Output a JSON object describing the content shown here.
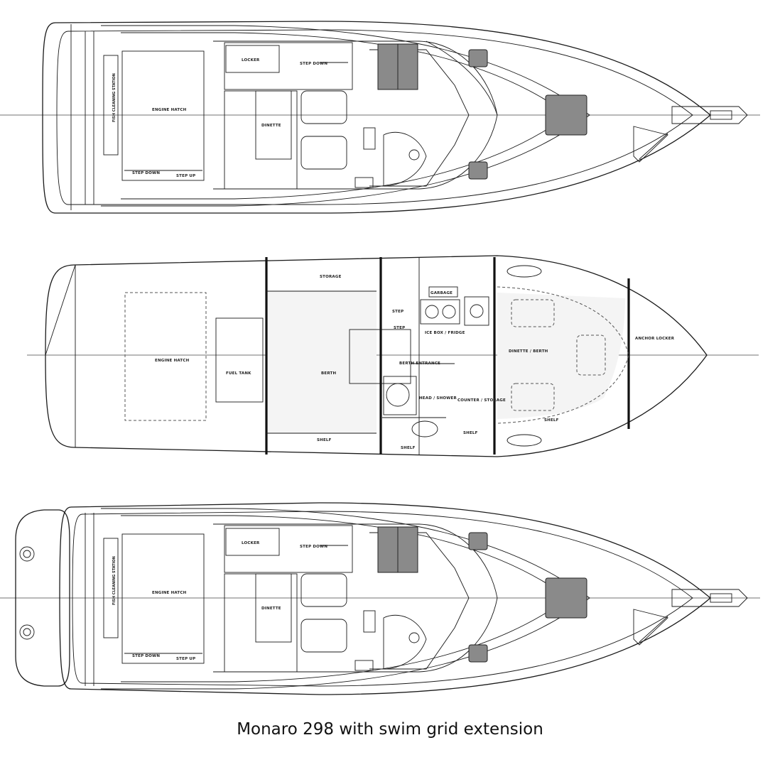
{
  "caption": "Monaro 298 with swim grid extension",
  "top_view": {
    "locker": "LOCKER",
    "step_down_fwd": "STEP DOWN",
    "fish_station": "FISH CLEANING STATION",
    "engine_hatch": "ENGINE HATCH",
    "dinette": "DINETTE",
    "step_down_aft": "STEP DOWN",
    "step_up": "STEP UP"
  },
  "cabin_view": {
    "storage": "STORAGE",
    "engine_hatch": "ENGINE HATCH",
    "fuel_tank": "FUEL TANK",
    "berth": "BERTH",
    "shelf_aft": "SHELF",
    "step_upper": "STEP",
    "step_lower": "STEP",
    "garbage": "GARBAGE",
    "ice_box_fridge": "ICE BOX / FRIDGE",
    "berth_entrance": "BERTH ENTRANCE",
    "head_shower": "HEAD / SHOWER",
    "shelf_head": "SHELF",
    "counter_storage": "COUNTER / STORAGE",
    "shelf_mid": "SHELF",
    "dinette_berth": "DINETTE / BERTH",
    "shelf_fwd": "SHELF",
    "anchor_locker": "ANCHOR LOCKER"
  },
  "bottom_view": {
    "locker": "LOCKER",
    "step_down_fwd": "STEP DOWN",
    "fish_station": "FISH CLEANING STATION",
    "engine_hatch": "ENGINE HATCH",
    "dinette": "DINETTE",
    "step_down_aft": "STEP DOWN",
    "step_up": "STEP UP"
  }
}
